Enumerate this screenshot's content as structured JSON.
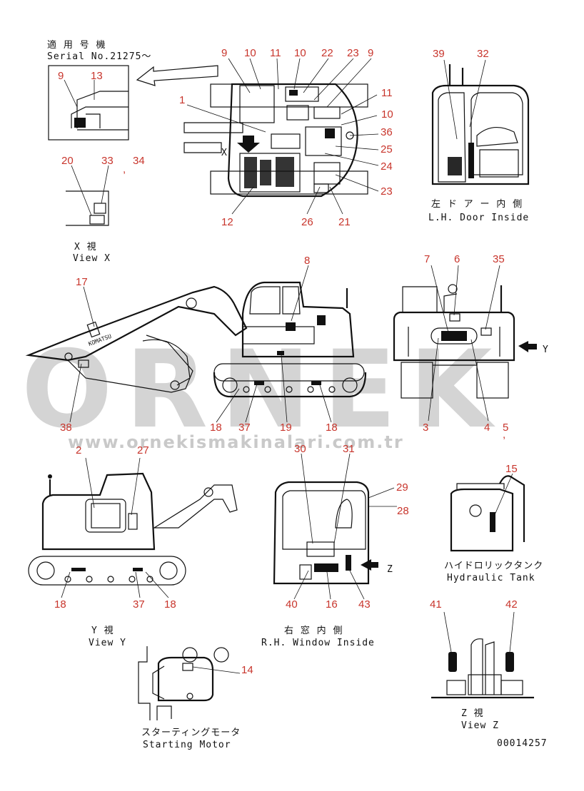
{
  "serial": {
    "line1": "適 用 号 機",
    "line2": "Serial No.21275～"
  },
  "watermark": {
    "brand": "ORNEK",
    "url": "www.ornekismakinalari.com.tr"
  },
  "views": {
    "view_x": {
      "jp": "X 視",
      "en": "View X"
    },
    "view_y": {
      "jp": "Y 視",
      "en": "View Y"
    },
    "view_z": {
      "jp": "Z 視",
      "en": "View Z"
    },
    "lh_door": {
      "jp": "左 ド ア ー 内 側",
      "en": "L.H. Door Inside"
    },
    "rh_window": {
      "jp": "右 窓 内 側",
      "en": "R.H. Window Inside"
    },
    "hydraulic_tank": {
      "jp": "ハイドロリックタンク",
      "en": "Hydraulic Tank"
    },
    "starting_motor": {
      "jp": "スターティングモータ",
      "en": "Starting Motor"
    }
  },
  "arrow_letters": {
    "x": "X",
    "y": "Y",
    "z": "Z"
  },
  "drawing_no": "00014257",
  "callouts": {
    "inset": [
      "9",
      "13"
    ],
    "top": [
      "9",
      "10",
      "11",
      "10",
      "22",
      "23",
      "9",
      "1",
      "11",
      "10",
      "36",
      "25",
      "24",
      "23",
      "12",
      "26",
      "21"
    ],
    "view_x": [
      "20",
      "33",
      ",",
      "34"
    ],
    "lh_door": [
      "39",
      "32"
    ],
    "side": [
      "17",
      "8",
      "38",
      "18",
      "37",
      "19",
      "18"
    ],
    "rear": [
      "7",
      "6",
      "35",
      "3",
      "4",
      "5",
      ","
    ],
    "view_y": [
      "2",
      "27",
      "18",
      "37",
      "18"
    ],
    "rh_window": [
      "30",
      "31",
      "29",
      "28",
      "40",
      "16",
      "43"
    ],
    "hydraulic_tank": [
      "15"
    ],
    "view_z": [
      "41",
      "42"
    ],
    "starting_motor": [
      "14"
    ]
  },
  "colors": {
    "callout": "#c8352c",
    "line": "#111111",
    "watermark": "#d4d4d4"
  }
}
